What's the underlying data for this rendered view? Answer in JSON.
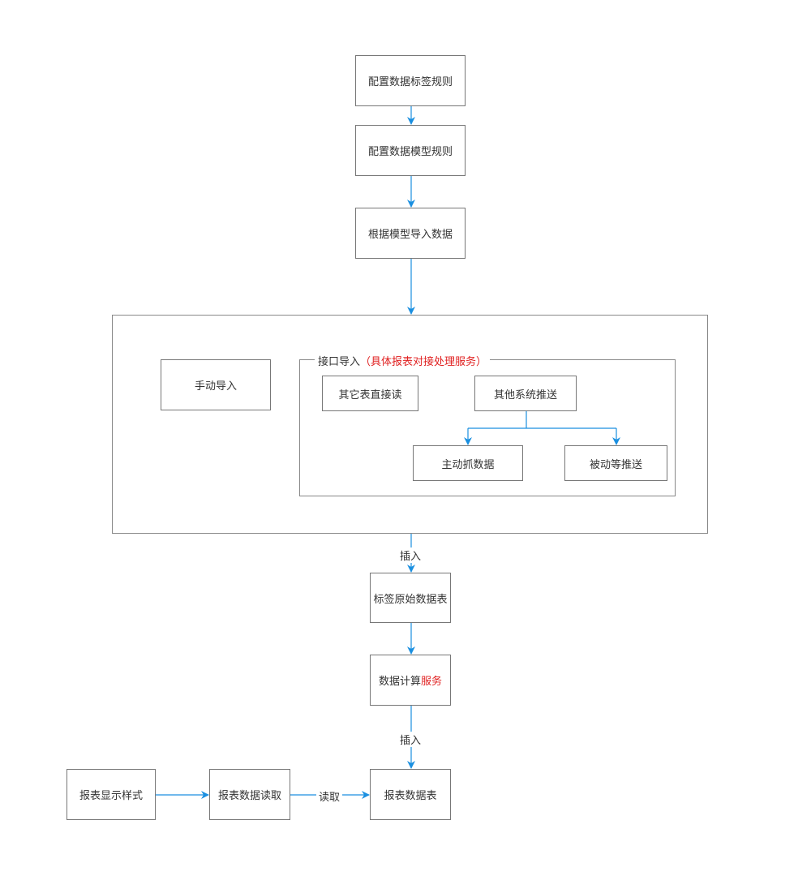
{
  "colors": {
    "arrow": "#1a8fe0",
    "highlight": "#e02020",
    "border": "#777777"
  },
  "nodes": {
    "config_tag_rules": "配置数据标签规则",
    "config_model_rules": "配置数据模型规则",
    "import_by_model": "根据模型导入数据",
    "manual_import": "手动导入",
    "interface_import_title": "接口导入",
    "interface_import_note": "（具体报表对接处理服务）",
    "other_table_direct_read": "其它表直接读",
    "other_system_push": "其他系统推送",
    "active_fetch": "主动抓数据",
    "passive_push": "被动等推送",
    "tag_raw_table": "标签原始数据表",
    "calc_prefix": "数据计算",
    "calc_service": "服务",
    "report_table": "报表数据表",
    "report_read": "报表数据读取",
    "report_style": "报表显示样式"
  },
  "edge_labels": {
    "insert_1": "插入",
    "insert_2": "插入",
    "read": "读取"
  }
}
